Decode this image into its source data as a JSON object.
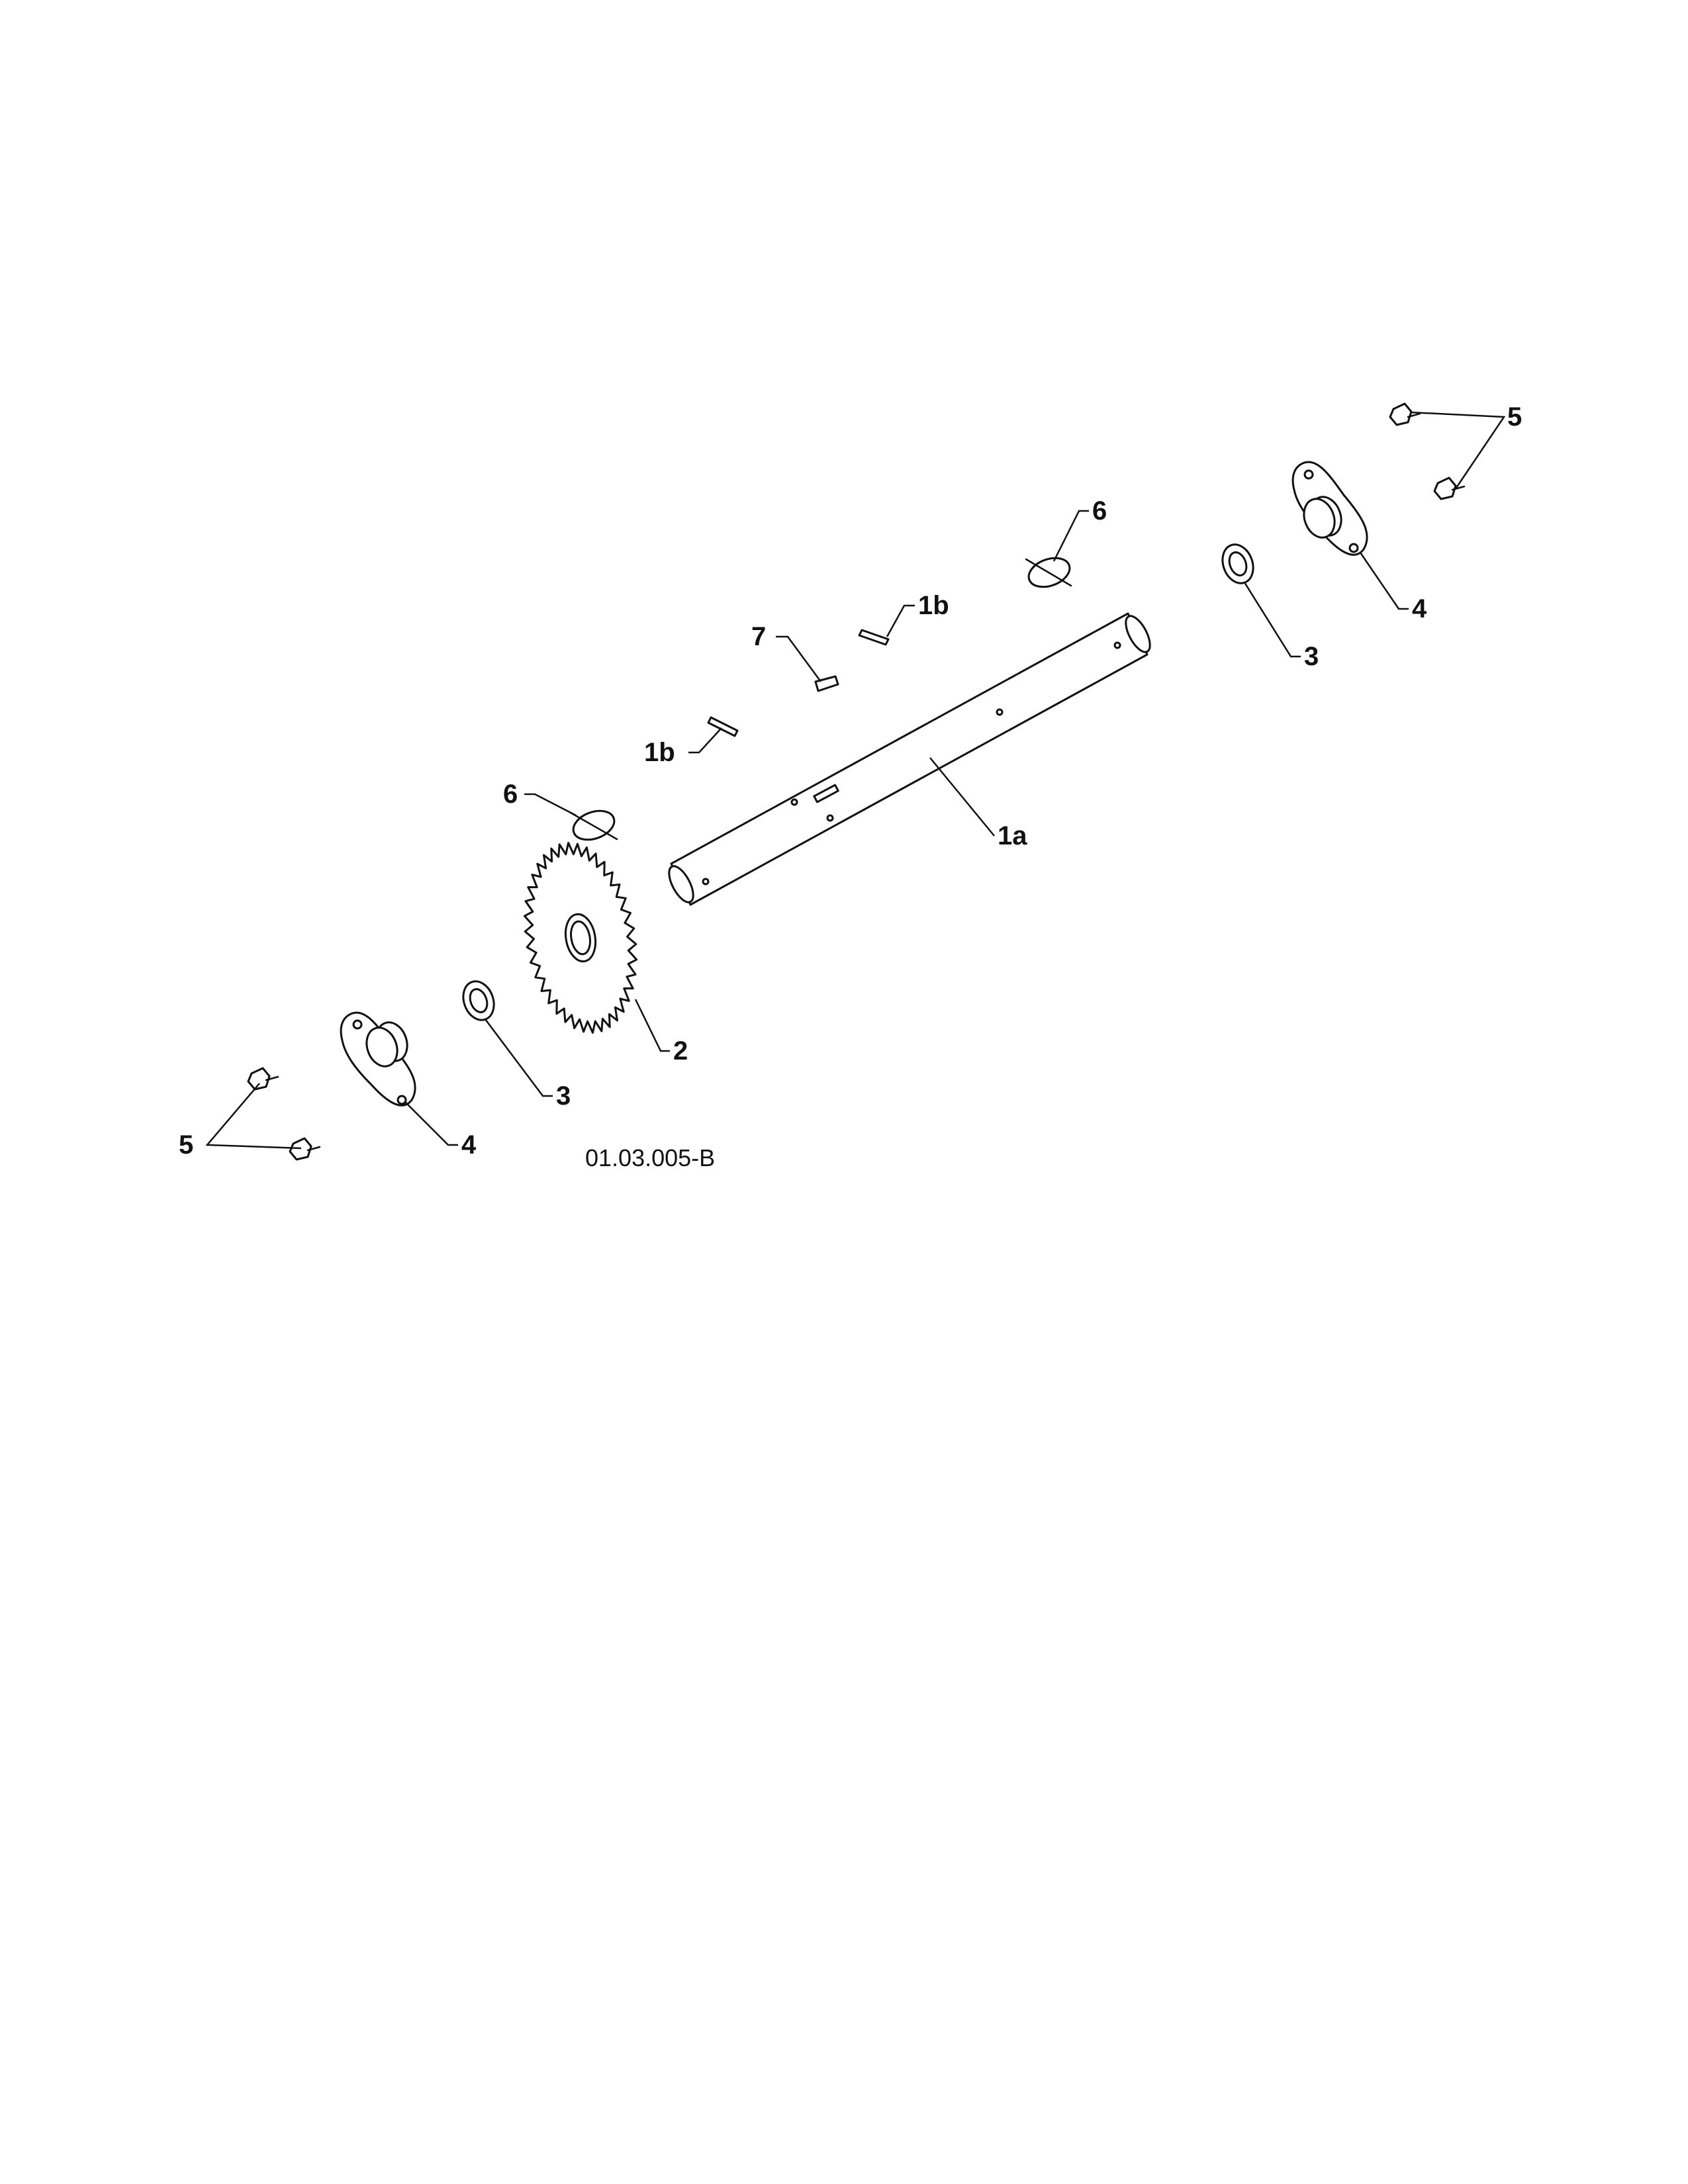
{
  "diagram_code": "01.03.005-B",
  "callouts": {
    "shaft": "1a",
    "pin_upper": "1b",
    "pin_lower": "1b",
    "key": "7",
    "sprocket": "2",
    "washer_left": "3",
    "washer_right": "3",
    "bearing_left": "4",
    "bearing_right": "4",
    "bolts_left": "5",
    "bolts_right": "5",
    "clip_left": "6",
    "clip_right": "6"
  },
  "colors": {
    "ink": "#111111",
    "paper": "#ffffff"
  }
}
